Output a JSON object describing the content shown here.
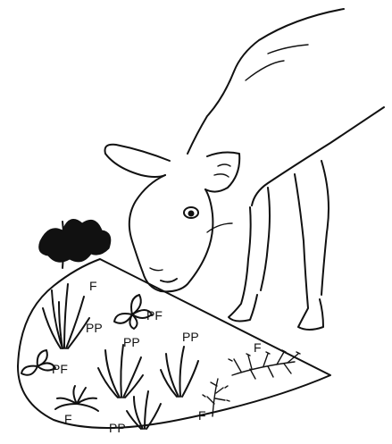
{
  "labels": {
    "shrub_top": "F",
    "grass_left_upper": "PP",
    "forb_rosette_top": "PF",
    "forb_rosette_left": "PF",
    "grass_center": "PP",
    "grass_center_right": "PP",
    "shrub_right": "F",
    "rosette_bottom_left": "F",
    "grass_bottom": "PP",
    "forb_bottom_right": "F"
  },
  "colors": {
    "ink": "#111111",
    "background": "#ffffff"
  }
}
